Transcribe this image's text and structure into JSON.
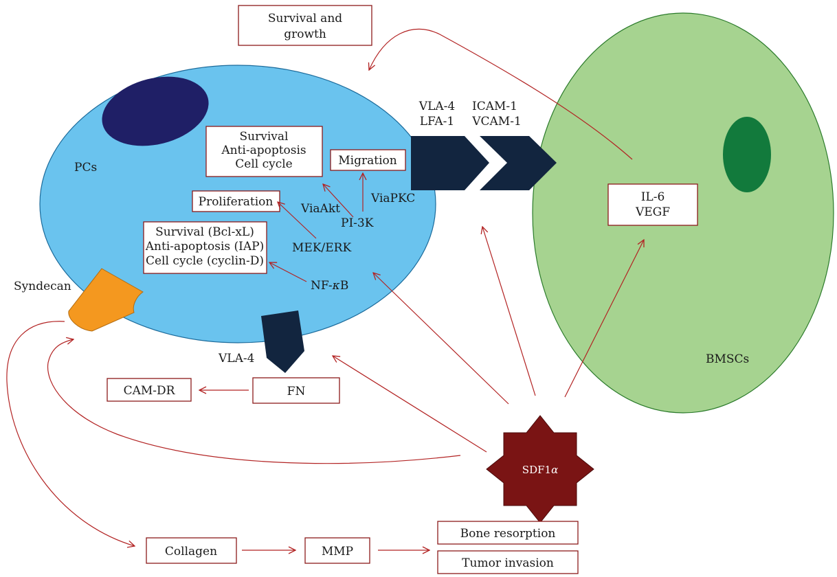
{
  "cells": {
    "pc_label": "PCs",
    "bmsc_label": "BMSCs"
  },
  "boxes": {
    "survival_growth": [
      "Survival and",
      "growth"
    ],
    "survival_block": [
      "Survival",
      "Anti-apoptosis",
      "Cell cycle"
    ],
    "migration": "Migration",
    "proliferation": "Proliferation",
    "survival_bcl": [
      "Survival (Bcl-xL)",
      "Anti-apoptosis (IAP)",
      "Cell cycle (cyclin-D)"
    ],
    "il6_vegf": [
      "IL-6",
      "VEGF"
    ],
    "cam_dr": "CAM-DR",
    "fn": "FN",
    "collagen": "Collagen",
    "mmp": "MMP",
    "bone_resorption": "Bone resorption",
    "tumor_invasion": "Tumor invasion"
  },
  "labels": {
    "vla4_lfa1": [
      "VLA-4",
      "LFA-1"
    ],
    "icam_vcam": [
      "ICAM-1",
      "VCAM-1"
    ],
    "via_pkc": "ViaPKC",
    "via_akt": "ViaAkt",
    "pi3k": "PI-3K",
    "mek_erk": "MEK/ERK",
    "nfkb_prefix": "NF-",
    "nfkb_greek": "κ",
    "nfkb_suffix": "B",
    "syndecan": "Syndecan",
    "vla4_bottom": "VLA-4",
    "sdf_prefix": "SDF1",
    "sdf_greek": "α"
  },
  "colors": {
    "pc_cell": "#6ac3ee",
    "pc_nucleus": "#1f1f66",
    "bmsc_cell": "#a6d390",
    "bmsc_nucleus": "#127a3c",
    "receptor": "#12253f",
    "syndecan": "#f4981f",
    "sdf_star": "#7a1414",
    "arrow": "#b22222",
    "box_border": "#8b1a1a"
  }
}
